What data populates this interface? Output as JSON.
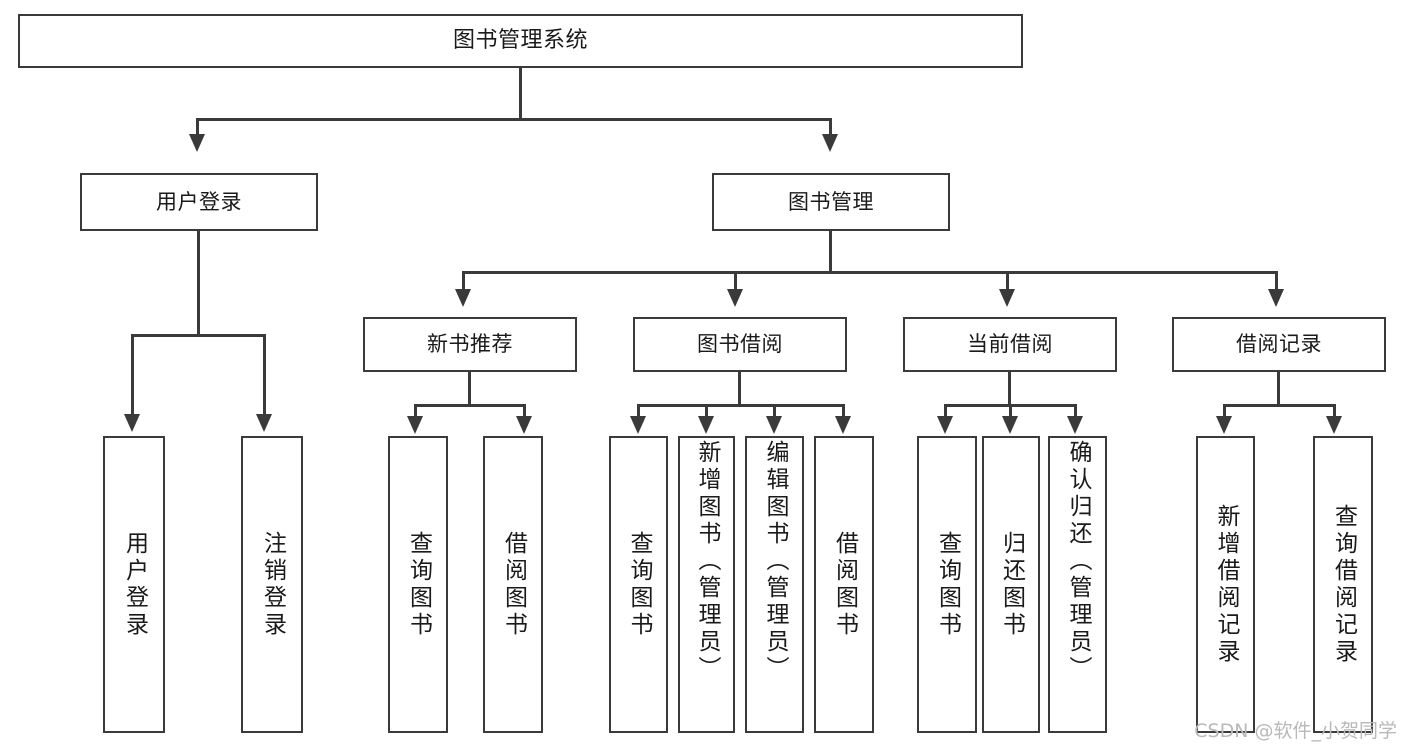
{
  "diagram": {
    "title": "图书管理系统",
    "type": "tree-hierarchy-diagram",
    "watermark": "CSDN @软件_小贺同学",
    "accent_color": "#3a3a3a",
    "background_color": "#ffffff"
  },
  "nodes": {
    "root": {
      "label": "图书管理系统"
    },
    "level2": [
      {
        "label": "用户登录"
      },
      {
        "label": "图书管理"
      }
    ],
    "level3": [
      {
        "label": "新书推荐"
      },
      {
        "label": "图书借阅"
      },
      {
        "label": "当前借阅"
      },
      {
        "label": "借阅记录"
      }
    ],
    "leaves_user_login": [
      {
        "label": "用户登录"
      },
      {
        "label": "注销登录"
      }
    ],
    "leaves_new_book": [
      {
        "label": "查询图书"
      },
      {
        "label": "借阅图书"
      }
    ],
    "leaves_borrow": [
      {
        "label": "查询图书"
      },
      {
        "label": "新增图书（管理员）"
      },
      {
        "label": "编辑图书（管理员）"
      },
      {
        "label": "借阅图书"
      }
    ],
    "leaves_current": [
      {
        "label": "查询图书"
      },
      {
        "label": "归还图书"
      },
      {
        "label": "确认归还（管理员）"
      }
    ],
    "leaves_records": [
      {
        "label": "新增借阅记录"
      },
      {
        "label": "查询借阅记录"
      }
    ]
  }
}
